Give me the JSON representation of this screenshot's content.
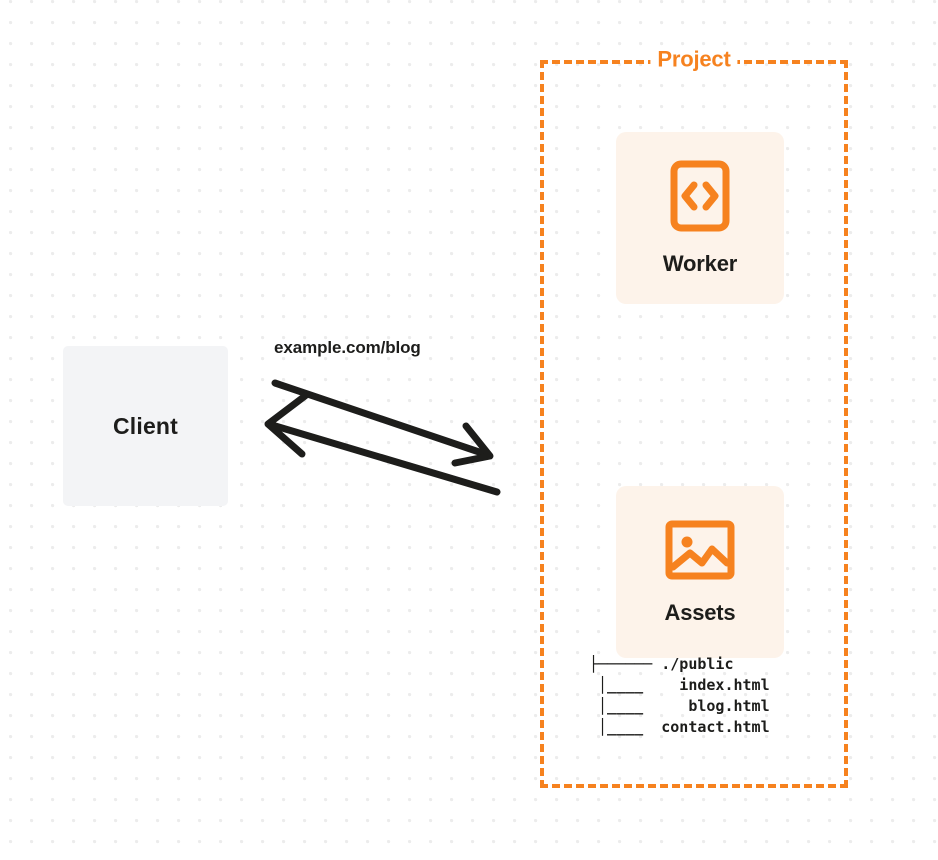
{
  "diagram": {
    "type": "architecture-diagram",
    "background": "#ffffff",
    "grid": "dot-grid",
    "accent_color": "#f6821f",
    "card_background": "#fdf3ea",
    "client_background": "#f3f4f6",
    "text_color": "#1d1d1b"
  },
  "client": {
    "label": "Client",
    "icon": "client-box"
  },
  "connector": {
    "label": "example.com/blog",
    "request_direction": "client-to-project",
    "response_direction": "project-to-client",
    "stroke": "#1d1d1b"
  },
  "project": {
    "title": "Project",
    "border_color": "#f6821f",
    "resources": [
      {
        "label": "Worker",
        "icon": "code-brackets-icon"
      },
      {
        "label": "Assets",
        "icon": "image-icon"
      }
    ]
  },
  "file_tree": {
    "rows": [
      "├────── ./public",
      " │____    index.html",
      " │____     blog.html",
      " │____  contact.html"
    ],
    "root": "./public",
    "files": [
      "index.html",
      "blog.html",
      "contact.html"
    ]
  }
}
